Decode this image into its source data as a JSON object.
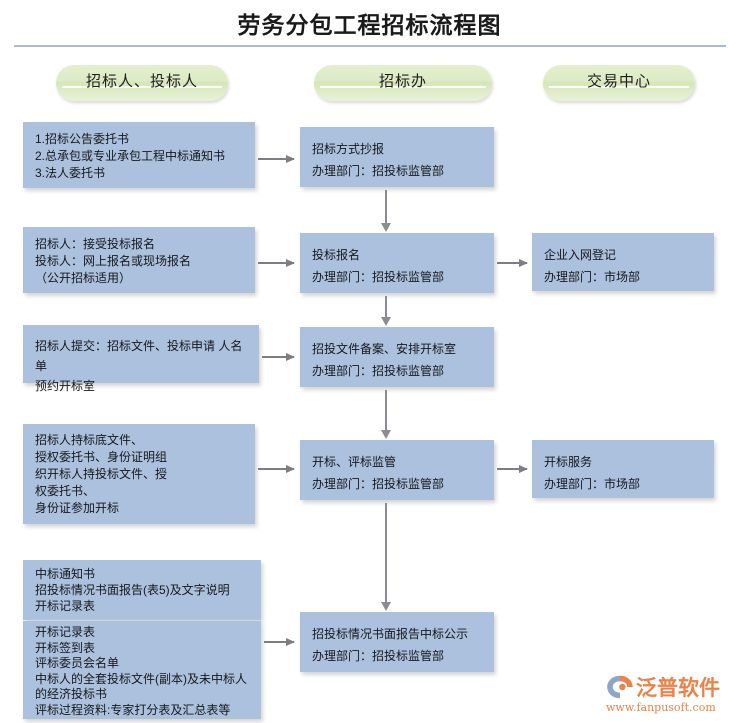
{
  "page": {
    "title": "劳务分包工程招标流程图"
  },
  "columns": [
    {
      "label": "招标人、投标人"
    },
    {
      "label": "招标办"
    },
    {
      "label": "交易中心"
    }
  ],
  "colors": {
    "box_fill": "#abc1de",
    "pill_fill": "#dcebc4",
    "rule": "#a8bcd6",
    "arrow": "#7d7d83",
    "logo": "#e9834a"
  },
  "column1_boxes": [
    {
      "text": "1.招标公告委托书\n2.总承包或专业承包工程中标通知书\n3.法人委托书"
    },
    {
      "text": "招标人：接受投标报名\n投标人：网上报名或现场报名\n（公开招标适用）"
    },
    {
      "text": "招标人提交：招标文件、投标申请 人名单\n预约开标室"
    },
    {
      "text": "招标人持标底文件、\n授权委托书、身份证明组\n织开标人持投标文件、授\n权委托书、\n身份证参加开标"
    },
    {
      "text": "中标通知书\n招投标情况书面报告(表5)及文字说明\n开标记录表"
    },
    {
      "text": "开标记录表\n开标签到表\n评标委员会名单\n中标人的全套投标文件(副本)及未中标人\n的经济投标书\n评标过程资料:专家打分表及汇总表等"
    }
  ],
  "column2_boxes": [
    {
      "title": "招标方式抄报",
      "dept": "办理部门：招投标监管部"
    },
    {
      "title": "投标报名",
      "dept": "办理部门：招投标监管部"
    },
    {
      "title": "招投文件备案、安排开标室",
      "dept": "办理部门：招投标监管部"
    },
    {
      "title": "开标、评标监管",
      "dept": "办理部门：招投标监管部"
    },
    {
      "title": "招投标情况书面报告中标公示",
      "dept": "办理部门：招投标监管部"
    }
  ],
  "column3_boxes": [
    {
      "title": "企业入网登记",
      "dept": "办理部门：市场部"
    },
    {
      "title": "开标服务",
      "dept": "办理部门：市场部"
    }
  ],
  "watermark": {
    "brand": "泛普软件",
    "url": "www.fanpusoft.com"
  }
}
